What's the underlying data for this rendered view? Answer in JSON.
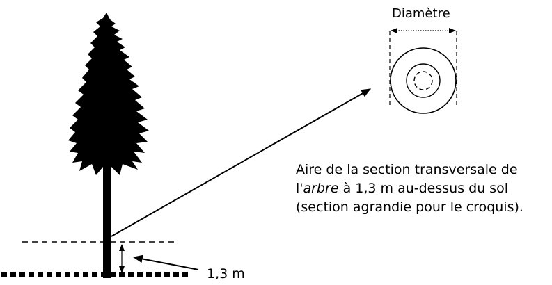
{
  "diameter_label": "Diamètre",
  "caption": {
    "line1": "Aire de la section transversale de",
    "line2_prefix": "l'",
    "line2_italic": "arbre",
    "line2_suffix": " à 1,3 m au-dessus du sol",
    "line3": "(section agrandie pour le croquis)."
  },
  "height_label": "1,3 m"
}
